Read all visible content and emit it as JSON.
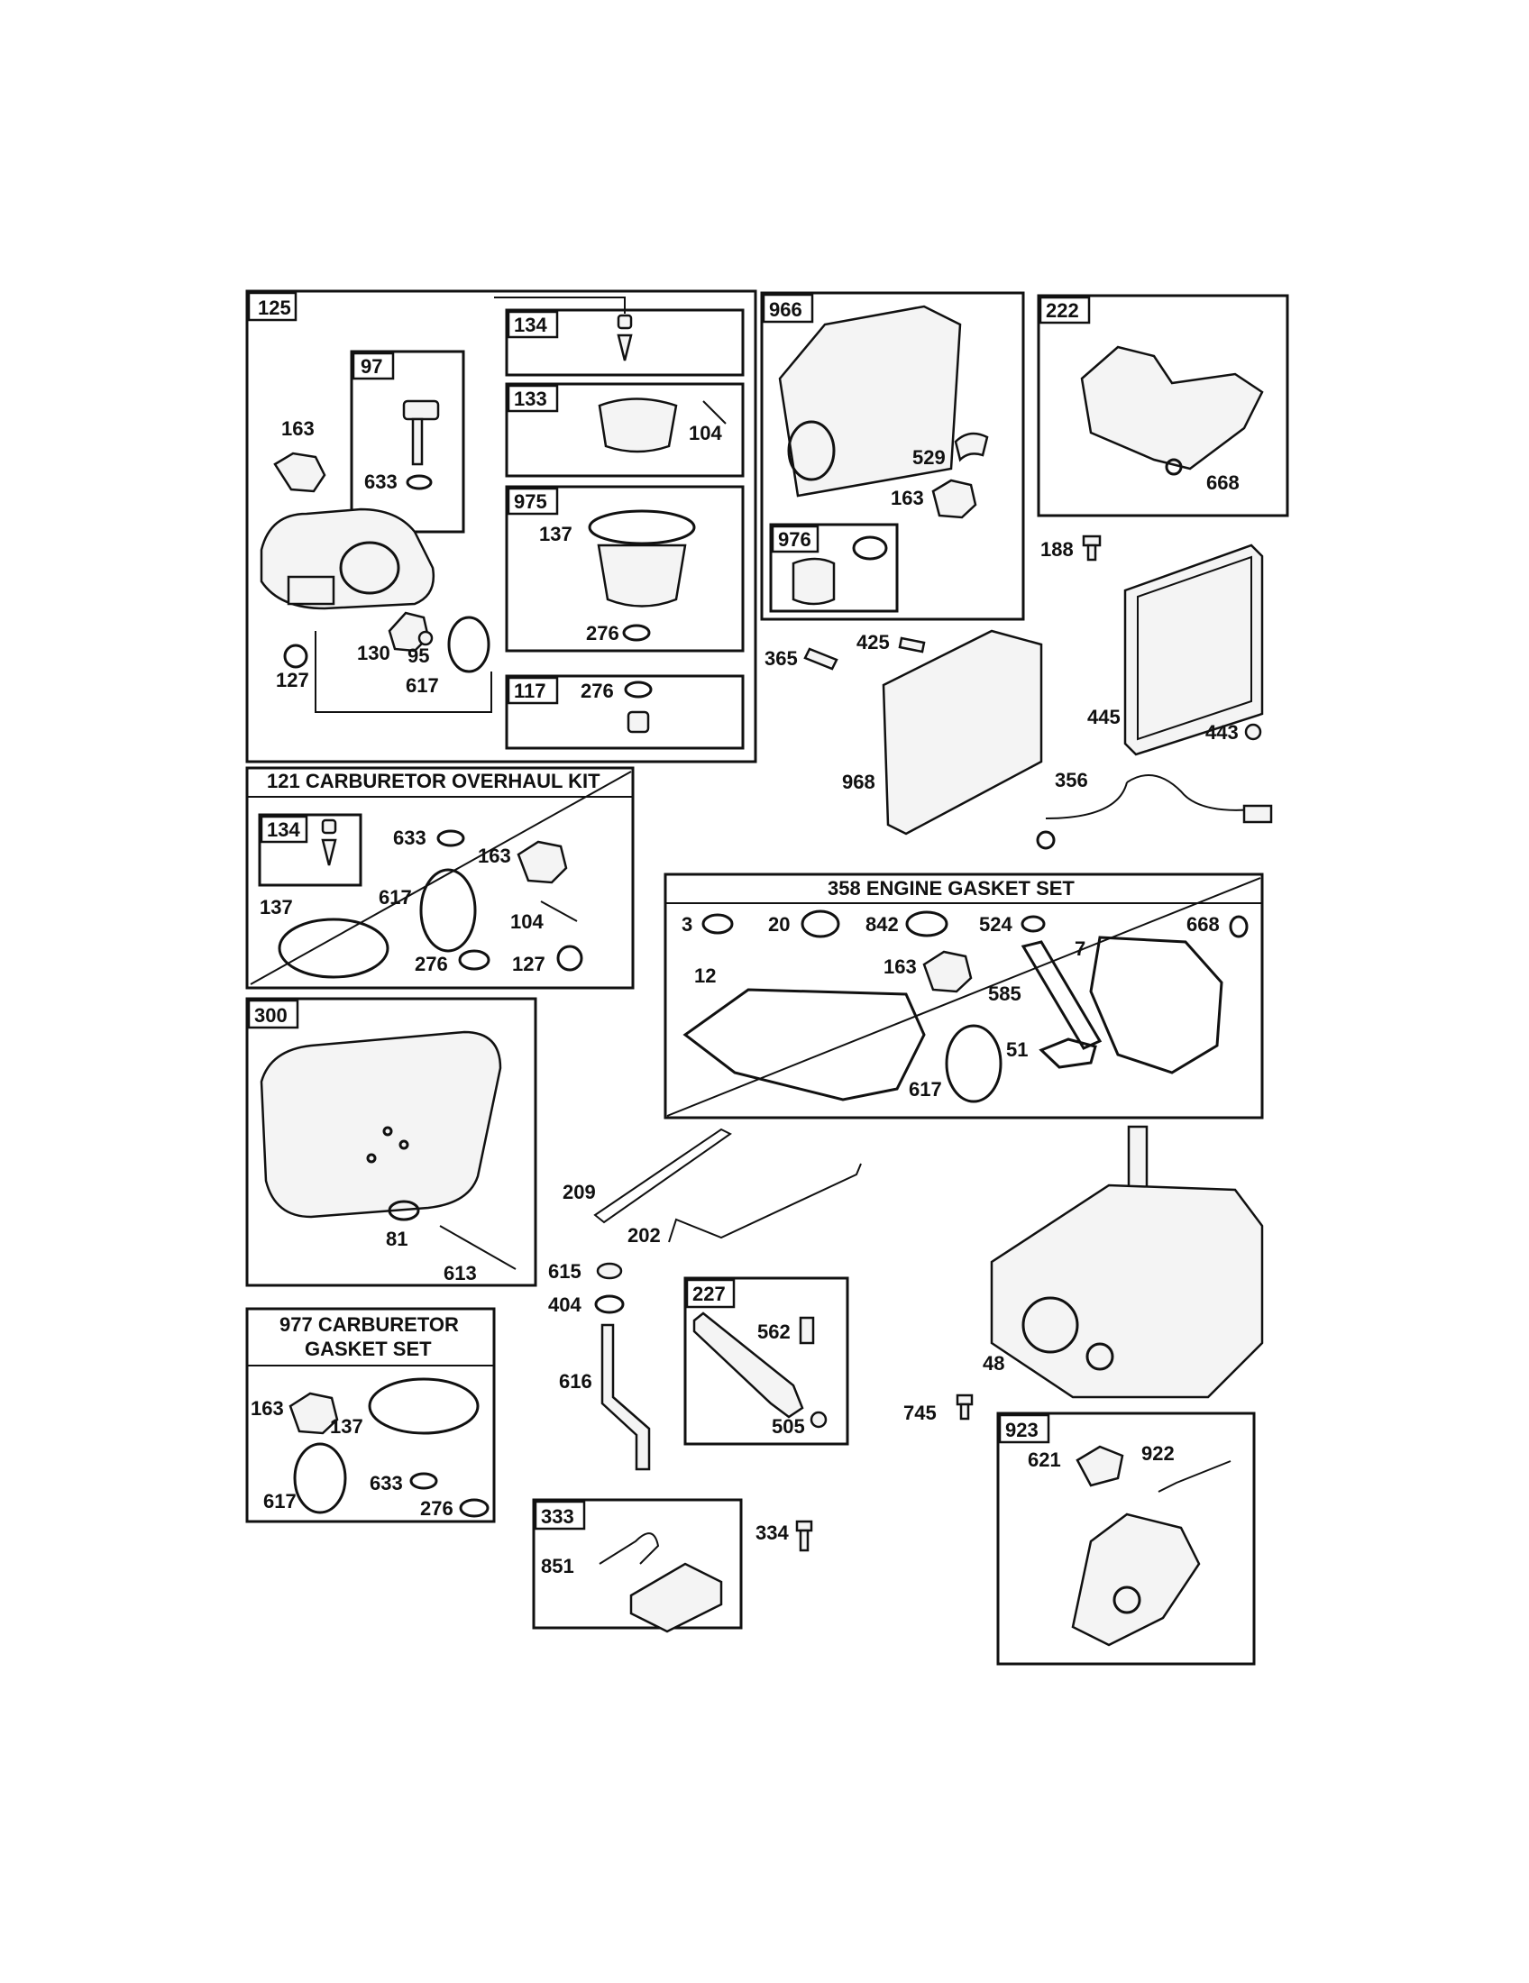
{
  "callouts": {
    "c125": "125",
    "c134a": "134",
    "c133": "133",
    "c975": "975",
    "c117": "117",
    "c97": "97",
    "c966": "966",
    "c976": "976",
    "c222": "222",
    "c134b": "134",
    "c300": "300",
    "c227": "227",
    "c333": "333",
    "c923": "923"
  },
  "headers": {
    "h121": "121 CARBURETOR OVERHAUL KIT",
    "h358": "358 ENGINE GASKET SET",
    "h977a": "977 CARBURETOR",
    "h977b": "GASKET SET"
  },
  "parts": {
    "p163a": "163",
    "p633a": "633",
    "p127a": "127",
    "p130": "130",
    "p95": "95",
    "p617a": "617",
    "p104a": "104",
    "p137a": "137",
    "p276a": "276",
    "p276b": "276",
    "p529": "529",
    "p163b": "163",
    "p668a": "668",
    "p188": "188",
    "p365": "365",
    "p425": "425",
    "p968": "968",
    "p445": "445",
    "p443": "443",
    "p356": "356",
    "p633b": "633",
    "p163c": "163",
    "p137b": "137",
    "p617b": "617",
    "p104b": "104",
    "p276c": "276",
    "p127b": "127",
    "p3": "3",
    "p20": "20",
    "p842": "842",
    "p524": "524",
    "p7": "7",
    "p668b": "668",
    "p12": "12",
    "p163d": "163",
    "p585": "585",
    "p51": "51",
    "p617c": "617",
    "p81": "81",
    "p613": "613",
    "p209": "209",
    "p202": "202",
    "p615": "615",
    "p404": "404",
    "p616": "616",
    "p562": "562",
    "p505": "505",
    "p48": "48",
    "p745": "745",
    "p621": "621",
    "p922": "922",
    "p163e": "163",
    "p137c": "137",
    "p617d": "617",
    "p633c": "633",
    "p276d": "276",
    "p334": "334",
    "p851": "851"
  }
}
